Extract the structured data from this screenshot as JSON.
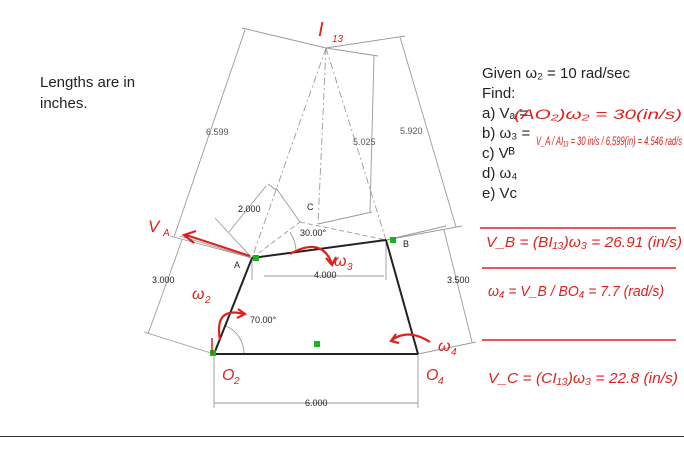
{
  "note": "Lengths are in inches.",
  "given": {
    "line": "Given ω₂ = 10 rad/sec",
    "find_label": "Find:",
    "items": [
      "a) Vₐ =",
      "b) ω₃ =",
      "c) Vᴮ",
      "d) ω₄",
      "e) Vc"
    ]
  },
  "figure": {
    "points": {
      "I13": "I",
      "I13_sub": "13",
      "C": "C",
      "A": "A",
      "B": "B",
      "O2": "O",
      "O2_sub": "2",
      "O4": "O",
      "O4_sub": "4"
    },
    "dims": {
      "d6599": "6.599",
      "d5025": "5.025",
      "d5920": "5.920",
      "d2000": "2.000",
      "d30deg": "30.00°",
      "d4000": "4.000",
      "d3000": "3.000",
      "d3500": "3.500",
      "d70deg": "70.00°",
      "d6000": "6.000"
    },
    "labels": {
      "VA": "V",
      "VA_sub": "A",
      "w2": "ω",
      "w2_sub": "2",
      "w3": "ω",
      "w3_sub": "3",
      "w4": "ω",
      "w4_sub": "4"
    }
  },
  "handwritten": {
    "a_rhs": "(AO₂)ω₂ = 30(in/s)",
    "b_rhs": "V_A / AI₁₃ = 30 in/s / 6.599(in) = 4.546 rad/s",
    "c_line": "V_B = (BI₁₃)ω₃ = 26.91 (in/s)",
    "d_line": "ω₄ = V_B / BO₄ = 7.7 (rad/s)",
    "e_line": "V_C = (CI₁₃)ω₃ = 22.8 (in/s)"
  },
  "colors": {
    "ink": "#e0201c",
    "line": "#222222",
    "dim": "#9a9a9a",
    "marker": "#18b41f"
  }
}
